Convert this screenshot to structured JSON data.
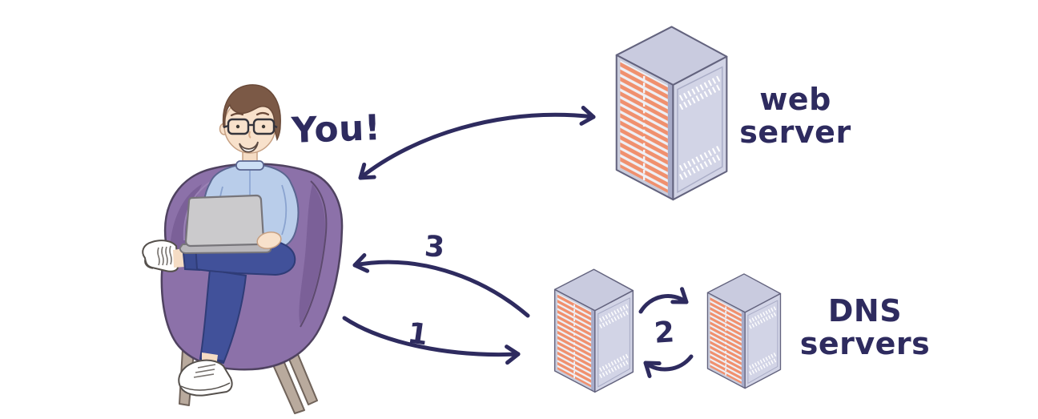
{
  "diagram": {
    "title": "",
    "nodes": [
      {
        "id": "user",
        "label": "You!"
      },
      {
        "id": "web-server",
        "label": "web server"
      },
      {
        "id": "dns-servers",
        "label": "DNS servers"
      }
    ],
    "edges": [
      {
        "from": "user",
        "to": "web-server",
        "style": "bidirectional-curved-arrow",
        "label": ""
      },
      {
        "from": "user",
        "to": "dns-servers",
        "style": "curved-arrow",
        "label": "1"
      },
      {
        "from": "dns-server-a",
        "to": "dns-server-b",
        "style": "circular-exchange-arrows",
        "label": "2"
      },
      {
        "from": "dns-servers",
        "to": "user",
        "style": "curved-arrow",
        "label": "3"
      }
    ]
  },
  "colors": {
    "background": "#ffffff",
    "ink": "#2e2b5f",
    "server_slot": "#f0906e",
    "server_top": "#c9cbdf",
    "server_front_margin": "#c9ccdc",
    "server_front_base": "#eef0f6",
    "server_side": "#d2d4e6",
    "server_outline": "#63637e",
    "chair": "#8c71a9",
    "chair_shadow": "#7b6098",
    "chair_leg": "#b9aa9d",
    "shirt": "#b9cdea",
    "jeans": "#41519a",
    "skin": "#f8e1cb",
    "hair": "#7b5946",
    "laptop": "#cbcacc"
  }
}
